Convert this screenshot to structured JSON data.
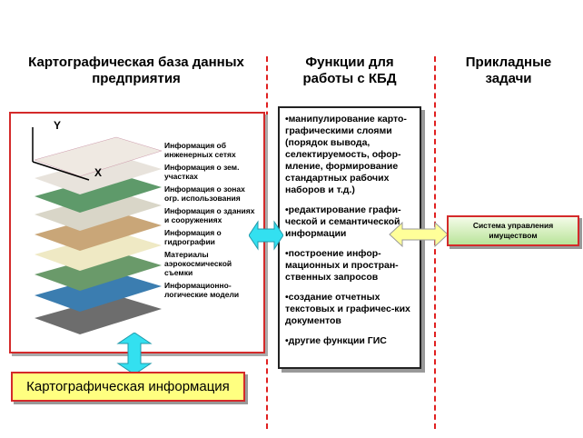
{
  "columns": {
    "left_title": "Картографическая база данных предприятия",
    "middle_title": "Функции для работы с КБД",
    "right_title": "Прикладные задачи"
  },
  "axes": {
    "y": "Y",
    "x": "X"
  },
  "layers": [
    "Информация об инженерных сетях",
    "Информация о зем. участках",
    "Информация о зонах огр. использования",
    "Информация о зданиях и сооружениях",
    "Информация о гидрографии",
    "Материалы аэрокосмической съемки",
    "Информационно-логические модели"
  ],
  "functions": [
    "•манипулирование карто-графическими слоями (порядок вывода, селектируемость, офор-мление, формирование стандартных рабочих наборов и т.д.)",
    "•редактирование графи-ческой и семантической информации",
    "•построение инфор-мационных и простран-ственных запросов",
    "•создание отчетных текстовых и графичес-ких документов",
    "•другие функции ГИС"
  ],
  "applied_task": "Система управления имуществом",
  "output_label": "Картографическая информация",
  "colors": {
    "red": "#d42a2a",
    "cyan": "#33e0f0",
    "yellow": "#ffff80",
    "green": "#b9e49a"
  }
}
